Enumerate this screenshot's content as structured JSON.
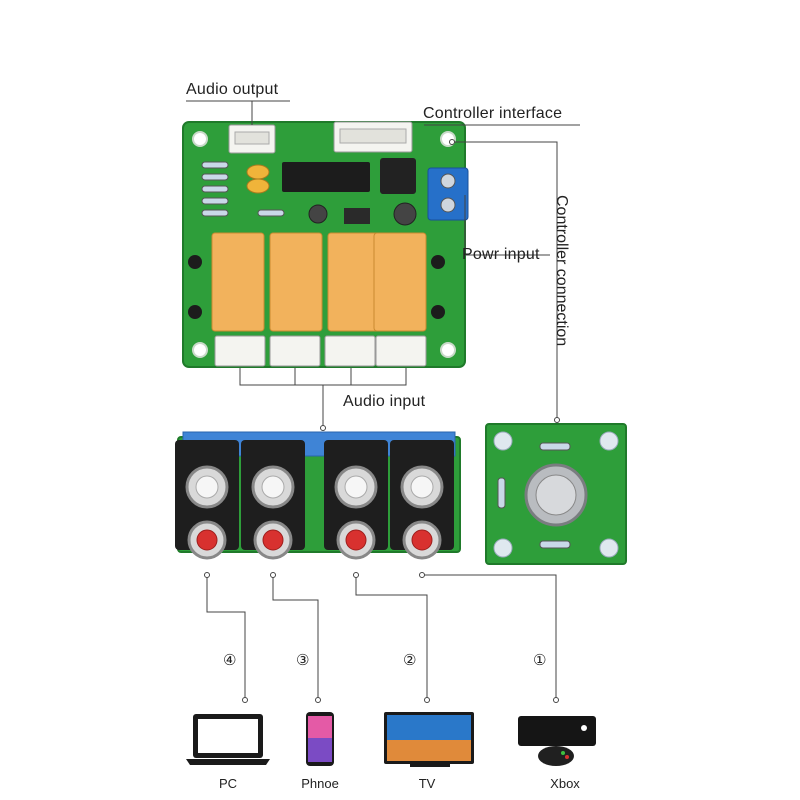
{
  "labels": {
    "audio_output": "Audio output",
    "controller_interface": "Controller interface",
    "controller_connection": "Controller connection",
    "power_input": "Powr input",
    "audio_input": "Audio input"
  },
  "channels": [
    {
      "number": "④",
      "device": "PC",
      "icon": "laptop-icon"
    },
    {
      "number": "③",
      "device": "Phnoe",
      "icon": "smartphone-icon"
    },
    {
      "number": "②",
      "device": "TV",
      "icon": "tv-icon"
    },
    {
      "number": "①",
      "device": "Xbox",
      "icon": "game-console-icon"
    }
  ],
  "colors": {
    "pcb_green": "#2e9e3a",
    "relay_orange": "#f2b25c",
    "rca_red": "#d8312f",
    "line": "#444444"
  }
}
